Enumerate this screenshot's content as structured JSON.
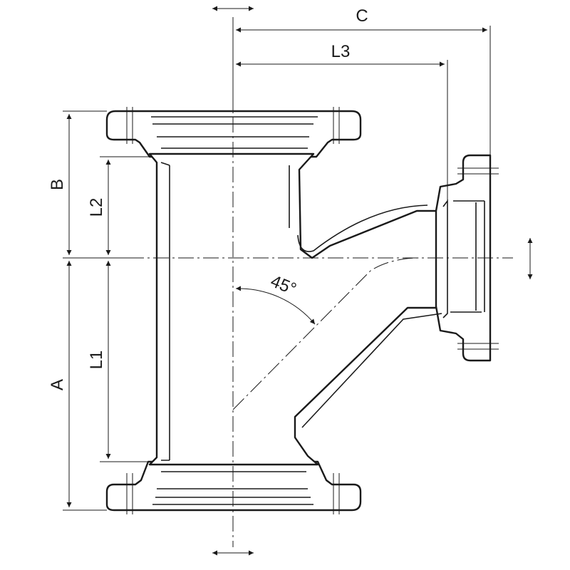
{
  "diagram": {
    "subject": "flanged 45 degree branch fitting",
    "dimensions": {
      "A": "A",
      "B": "B",
      "C": "C",
      "L1": "L1",
      "L2": "L2",
      "L3": "L3"
    },
    "angle": "45°",
    "colors": {
      "stroke": "#1a1a1a",
      "background": "#ffffff"
    }
  }
}
